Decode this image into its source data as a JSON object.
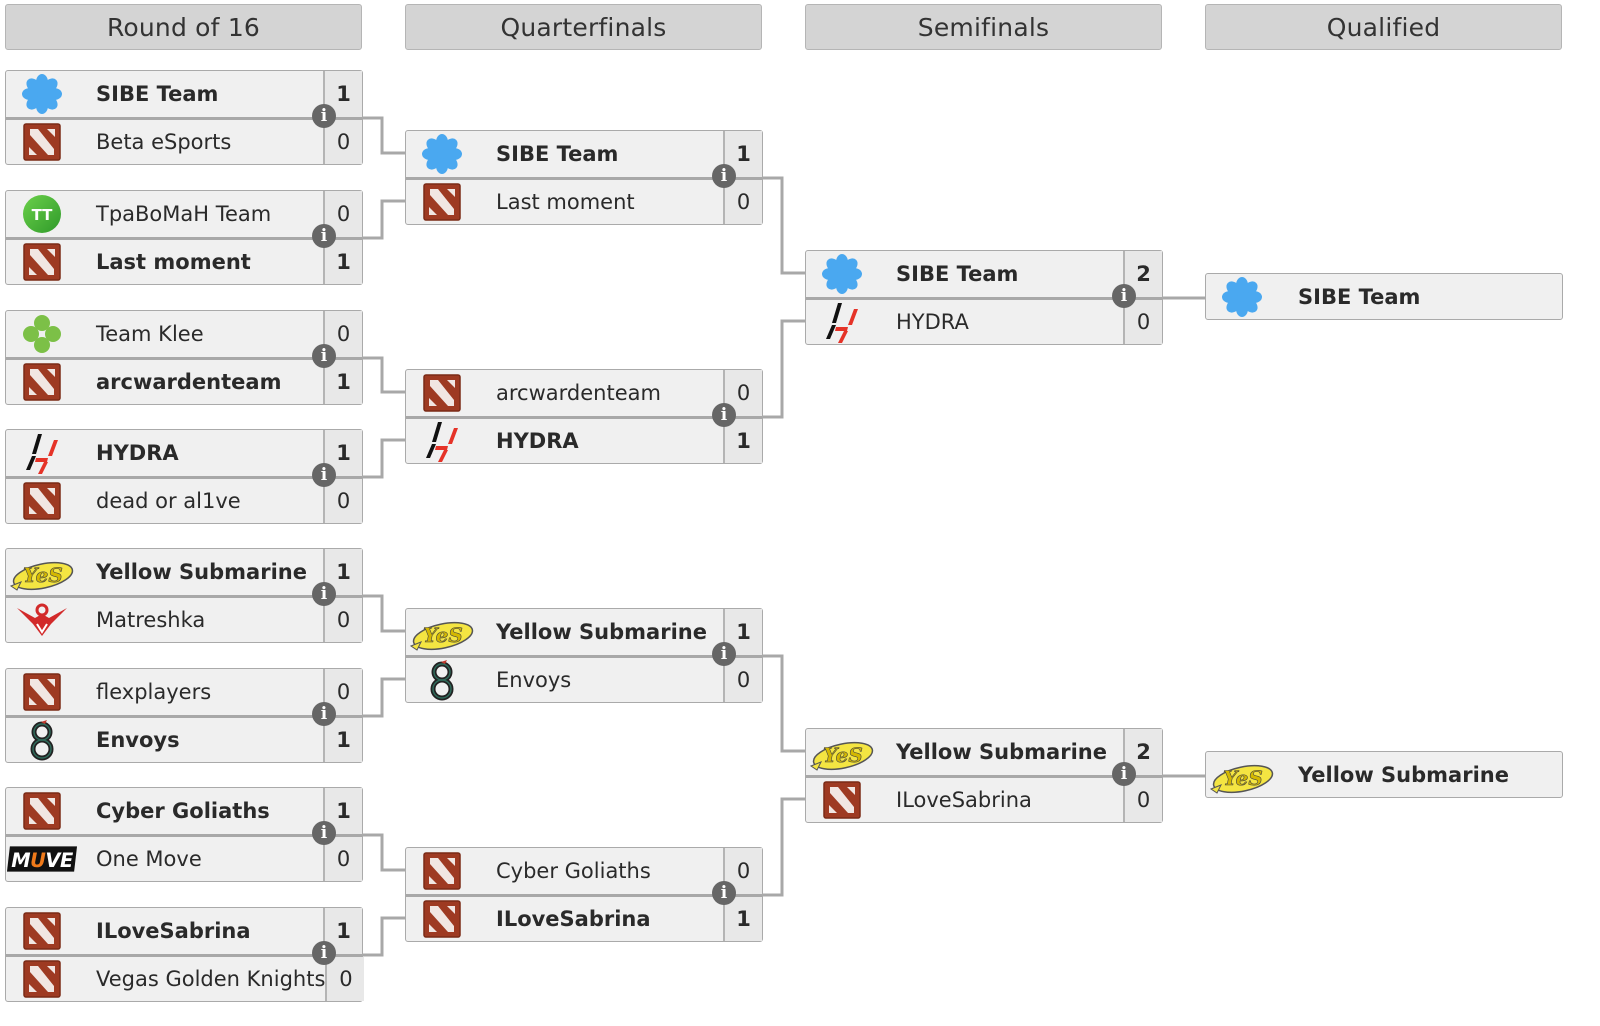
{
  "columns": [
    {
      "label": "Round of 16"
    },
    {
      "label": "Quarterfinals"
    },
    {
      "label": "Semifinals"
    },
    {
      "label": "Qualified"
    }
  ],
  "colors": {
    "header_bg": "#d4d4d4",
    "box_bg": "#f0f0f0",
    "score_bg": "#e8e8e8",
    "connector": "#a8a8a8",
    "info_icon": "#666666"
  },
  "rounds": {
    "round_of_16": [
      {
        "teams": [
          {
            "name": "SIBE Team",
            "logo": "sibe-logo",
            "score": "1",
            "winner": true
          },
          {
            "name": "Beta eSports",
            "logo": "dota-logo",
            "score": "0",
            "winner": false
          }
        ]
      },
      {
        "teams": [
          {
            "name": "TpaBoMaH Team",
            "logo": "tt-logo",
            "score": "0",
            "winner": false
          },
          {
            "name": "Last moment",
            "logo": "dota-logo",
            "score": "1",
            "winner": true
          }
        ]
      },
      {
        "teams": [
          {
            "name": "Team Klee",
            "logo": "klee-logo",
            "score": "0",
            "winner": false
          },
          {
            "name": "arcwardenteam",
            "logo": "dota-logo",
            "score": "1",
            "winner": true
          }
        ]
      },
      {
        "teams": [
          {
            "name": "HYDRA",
            "logo": "hydra-logo",
            "score": "1",
            "winner": true
          },
          {
            "name": "dead or al1ve",
            "logo": "dota-logo",
            "score": "0",
            "winner": false
          }
        ]
      },
      {
        "teams": [
          {
            "name": "Yellow Submarine",
            "logo": "yes-logo",
            "score": "1",
            "winner": true
          },
          {
            "name": "Matreshka",
            "logo": "matreshka-logo",
            "score": "0",
            "winner": false
          }
        ]
      },
      {
        "teams": [
          {
            "name": "flexplayers",
            "logo": "dota-logo",
            "score": "0",
            "winner": false
          },
          {
            "name": "Envoys",
            "logo": "envoys-logo",
            "score": "1",
            "winner": true
          }
        ]
      },
      {
        "teams": [
          {
            "name": "Cyber Goliaths",
            "logo": "dota-logo",
            "score": "1",
            "winner": true
          },
          {
            "name": "One Move",
            "logo": "move-logo",
            "score": "0",
            "winner": false
          }
        ]
      },
      {
        "teams": [
          {
            "name": "ILoveSabrina",
            "logo": "dota-logo",
            "score": "1",
            "winner": true
          },
          {
            "name": "Vegas Golden Knights",
            "logo": "dota-logo",
            "score": "0",
            "winner": false
          }
        ]
      }
    ],
    "quarterfinals": [
      {
        "teams": [
          {
            "name": "SIBE Team",
            "logo": "sibe-logo",
            "score": "1",
            "winner": true
          },
          {
            "name": "Last moment",
            "logo": "dota-logo",
            "score": "0",
            "winner": false
          }
        ]
      },
      {
        "teams": [
          {
            "name": "arcwardenteam",
            "logo": "dota-logo",
            "score": "0",
            "winner": false
          },
          {
            "name": "HYDRA",
            "logo": "hydra-logo",
            "score": "1",
            "winner": true
          }
        ]
      },
      {
        "teams": [
          {
            "name": "Yellow Submarine",
            "logo": "yes-logo",
            "score": "1",
            "winner": true
          },
          {
            "name": "Envoys",
            "logo": "envoys-logo",
            "score": "0",
            "winner": false
          }
        ]
      },
      {
        "teams": [
          {
            "name": "Cyber Goliaths",
            "logo": "dota-logo",
            "score": "0",
            "winner": false
          },
          {
            "name": "ILoveSabrina",
            "logo": "dota-logo",
            "score": "1",
            "winner": true
          }
        ]
      }
    ],
    "semifinals": [
      {
        "teams": [
          {
            "name": "SIBE Team",
            "logo": "sibe-logo",
            "score": "2",
            "winner": true
          },
          {
            "name": "HYDRA",
            "logo": "hydra-logo",
            "score": "0",
            "winner": false
          }
        ]
      },
      {
        "teams": [
          {
            "name": "Yellow Submarine",
            "logo": "yes-logo",
            "score": "2",
            "winner": true
          },
          {
            "name": "ILoveSabrina",
            "logo": "dota-logo",
            "score": "0",
            "winner": false
          }
        ]
      }
    ],
    "qualified": [
      {
        "name": "SIBE Team",
        "logo": "sibe-logo"
      },
      {
        "name": "Yellow Submarine",
        "logo": "yes-logo"
      }
    ]
  },
  "info_icon_glyph": "i"
}
